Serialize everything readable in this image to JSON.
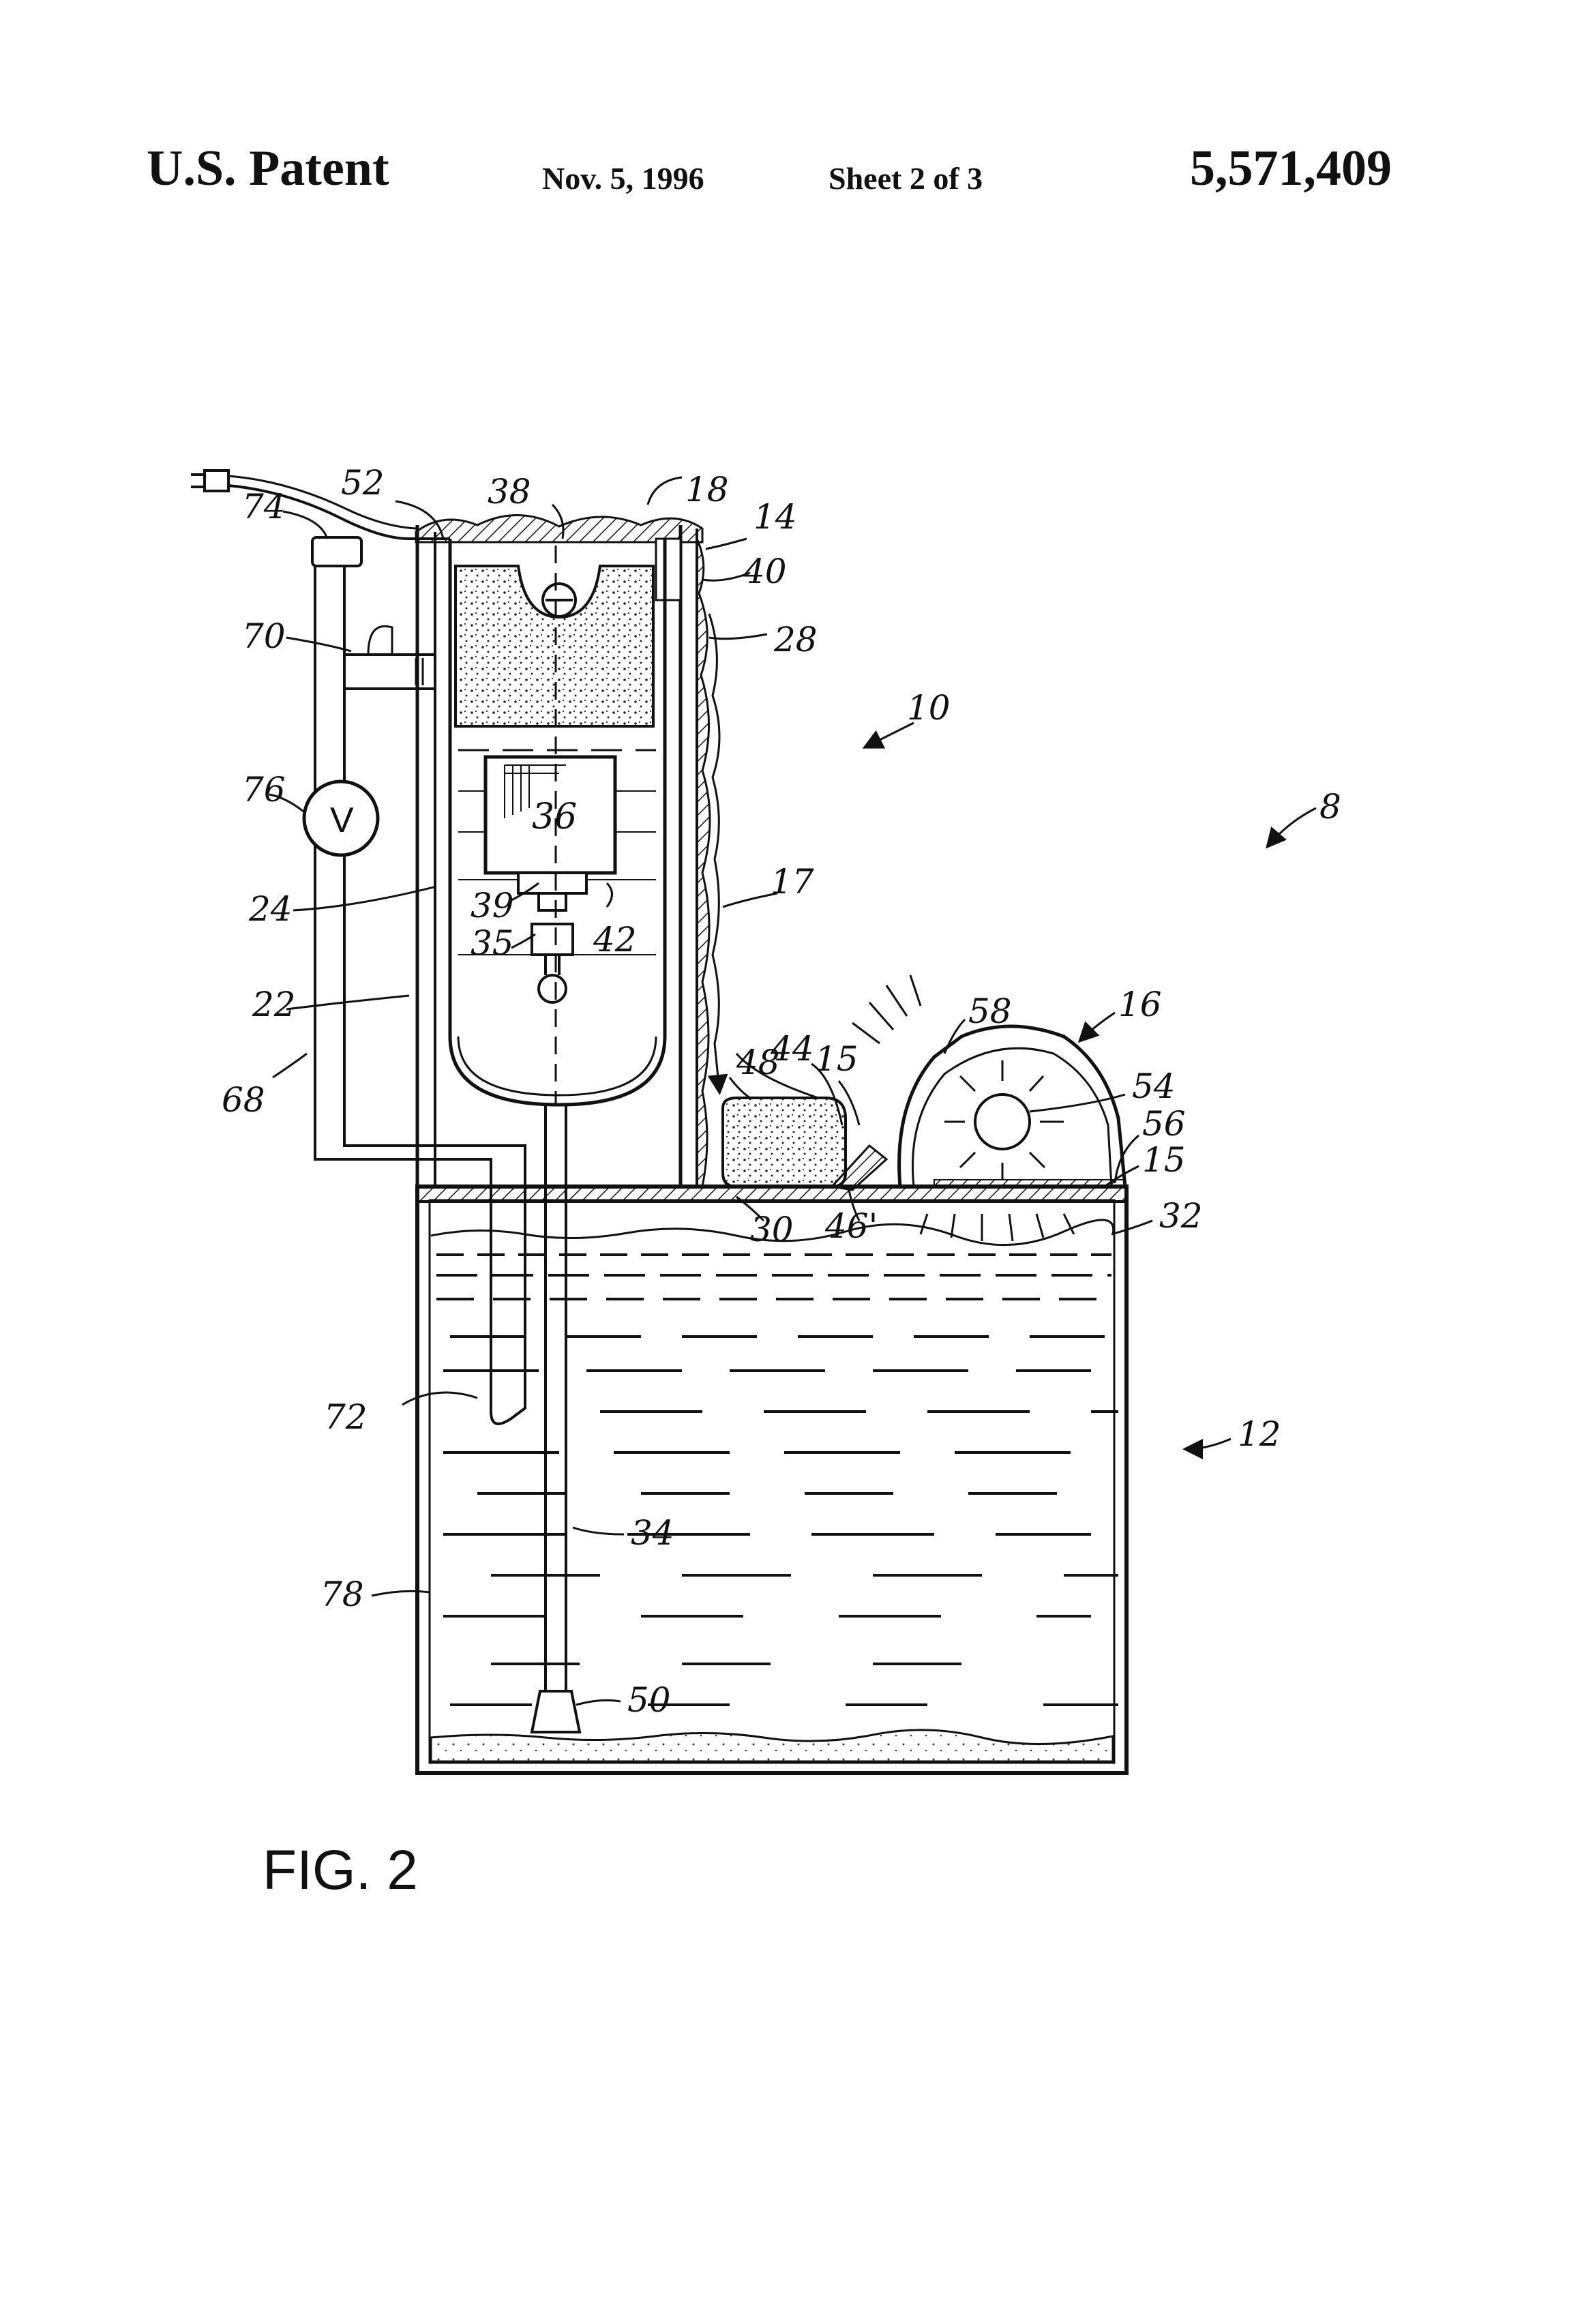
{
  "header": {
    "patent_label": "U.S. Patent",
    "date": "Nov. 5, 1996",
    "sheet": "Sheet 2 of 3",
    "patent_number": "5,571,409"
  },
  "figure": {
    "caption": "FIG. 2",
    "meter_symbol": "V",
    "reference_numerals": [
      "52",
      "38",
      "18",
      "14",
      "40",
      "74",
      "70",
      "28",
      "10",
      "76",
      "36",
      "8",
      "24",
      "39",
      "42",
      "17",
      "35",
      "22",
      "58",
      "16",
      "44",
      "15",
      "48",
      "54",
      "68",
      "56",
      "30",
      "46'",
      "32",
      "72",
      "12",
      "34",
      "78",
      "50"
    ]
  }
}
